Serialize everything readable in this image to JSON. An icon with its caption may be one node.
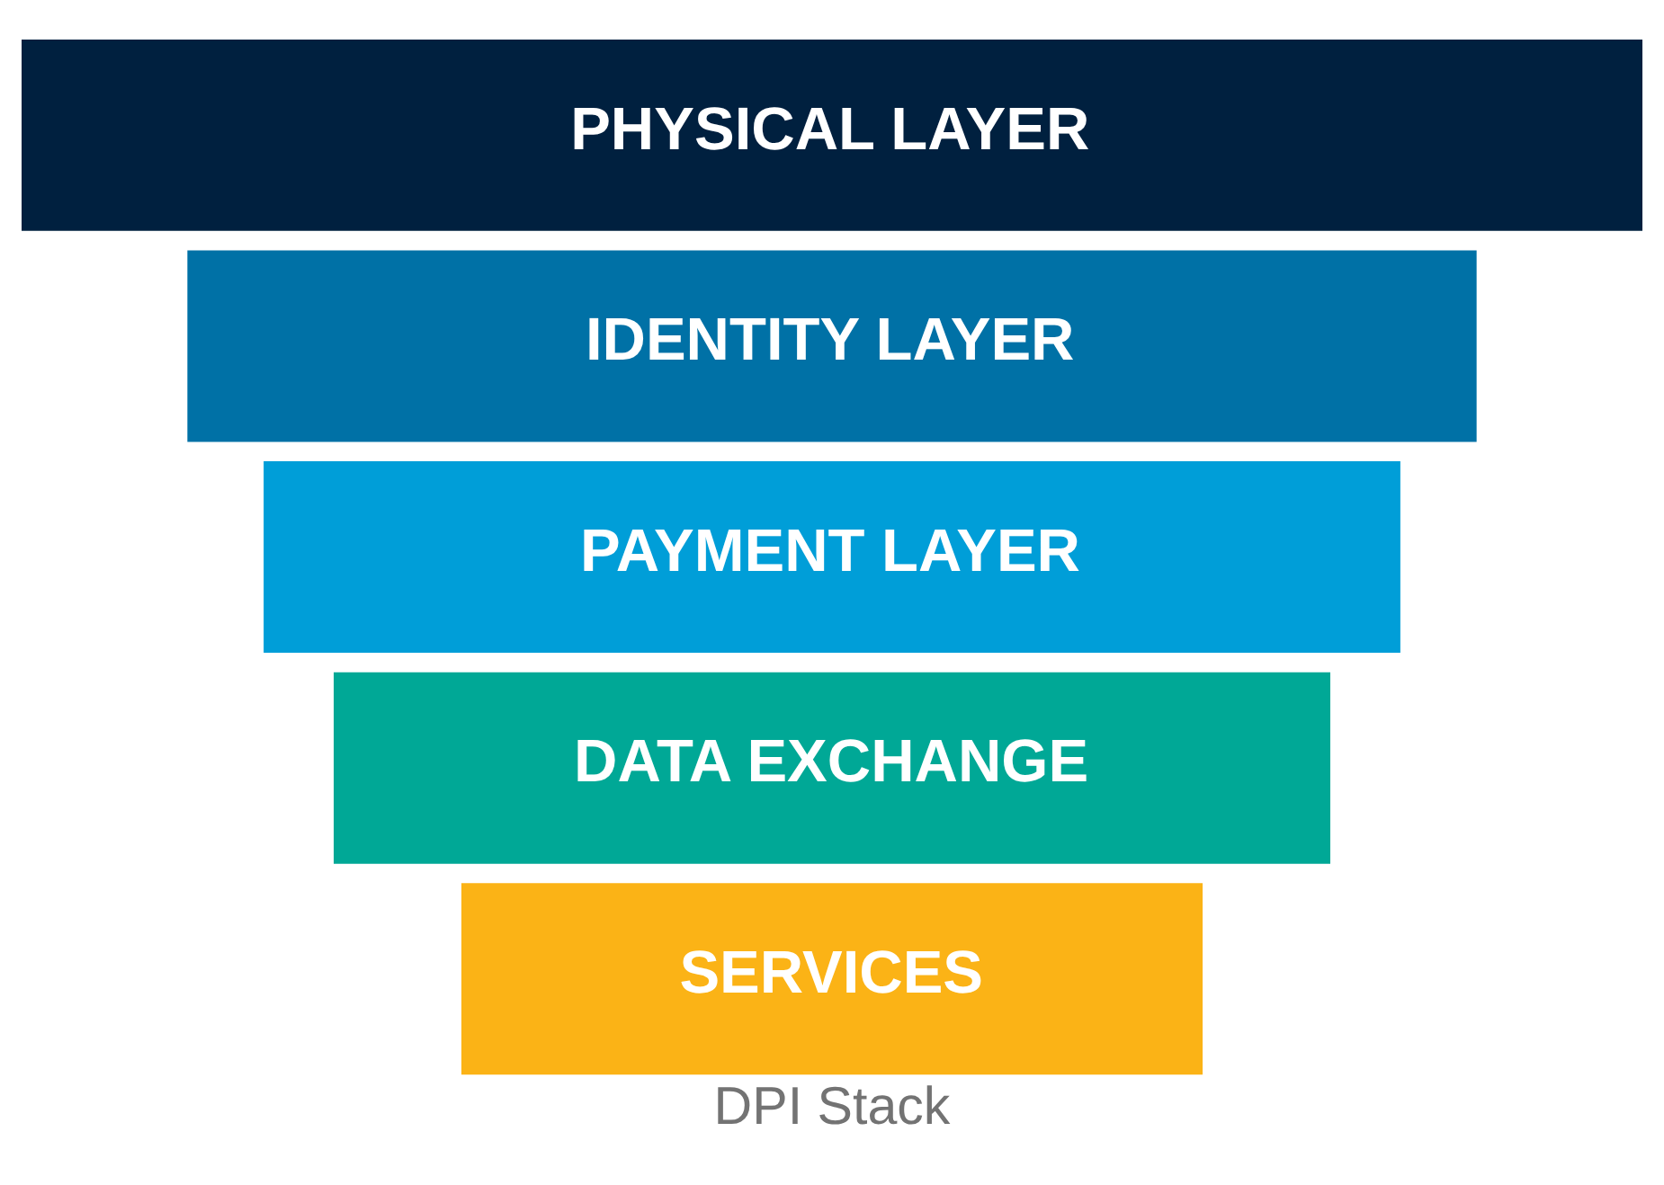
{
  "diagram": {
    "caption": "DPI Stack",
    "nodes": [
      {
        "text": [
          "SERVICES"
        ]
      },
      {
        "text": [
          "DATA EXCHANGE"
        ]
      },
      {
        "text": [
          "PAYMENT LAYER"
        ]
      },
      {
        "text": [
          "IDENTITY LAYER"
        ]
      },
      {
        "text": [
          "PHYSICAL LAYER"
        ]
      }
    ],
    "edges": []
  }
}
